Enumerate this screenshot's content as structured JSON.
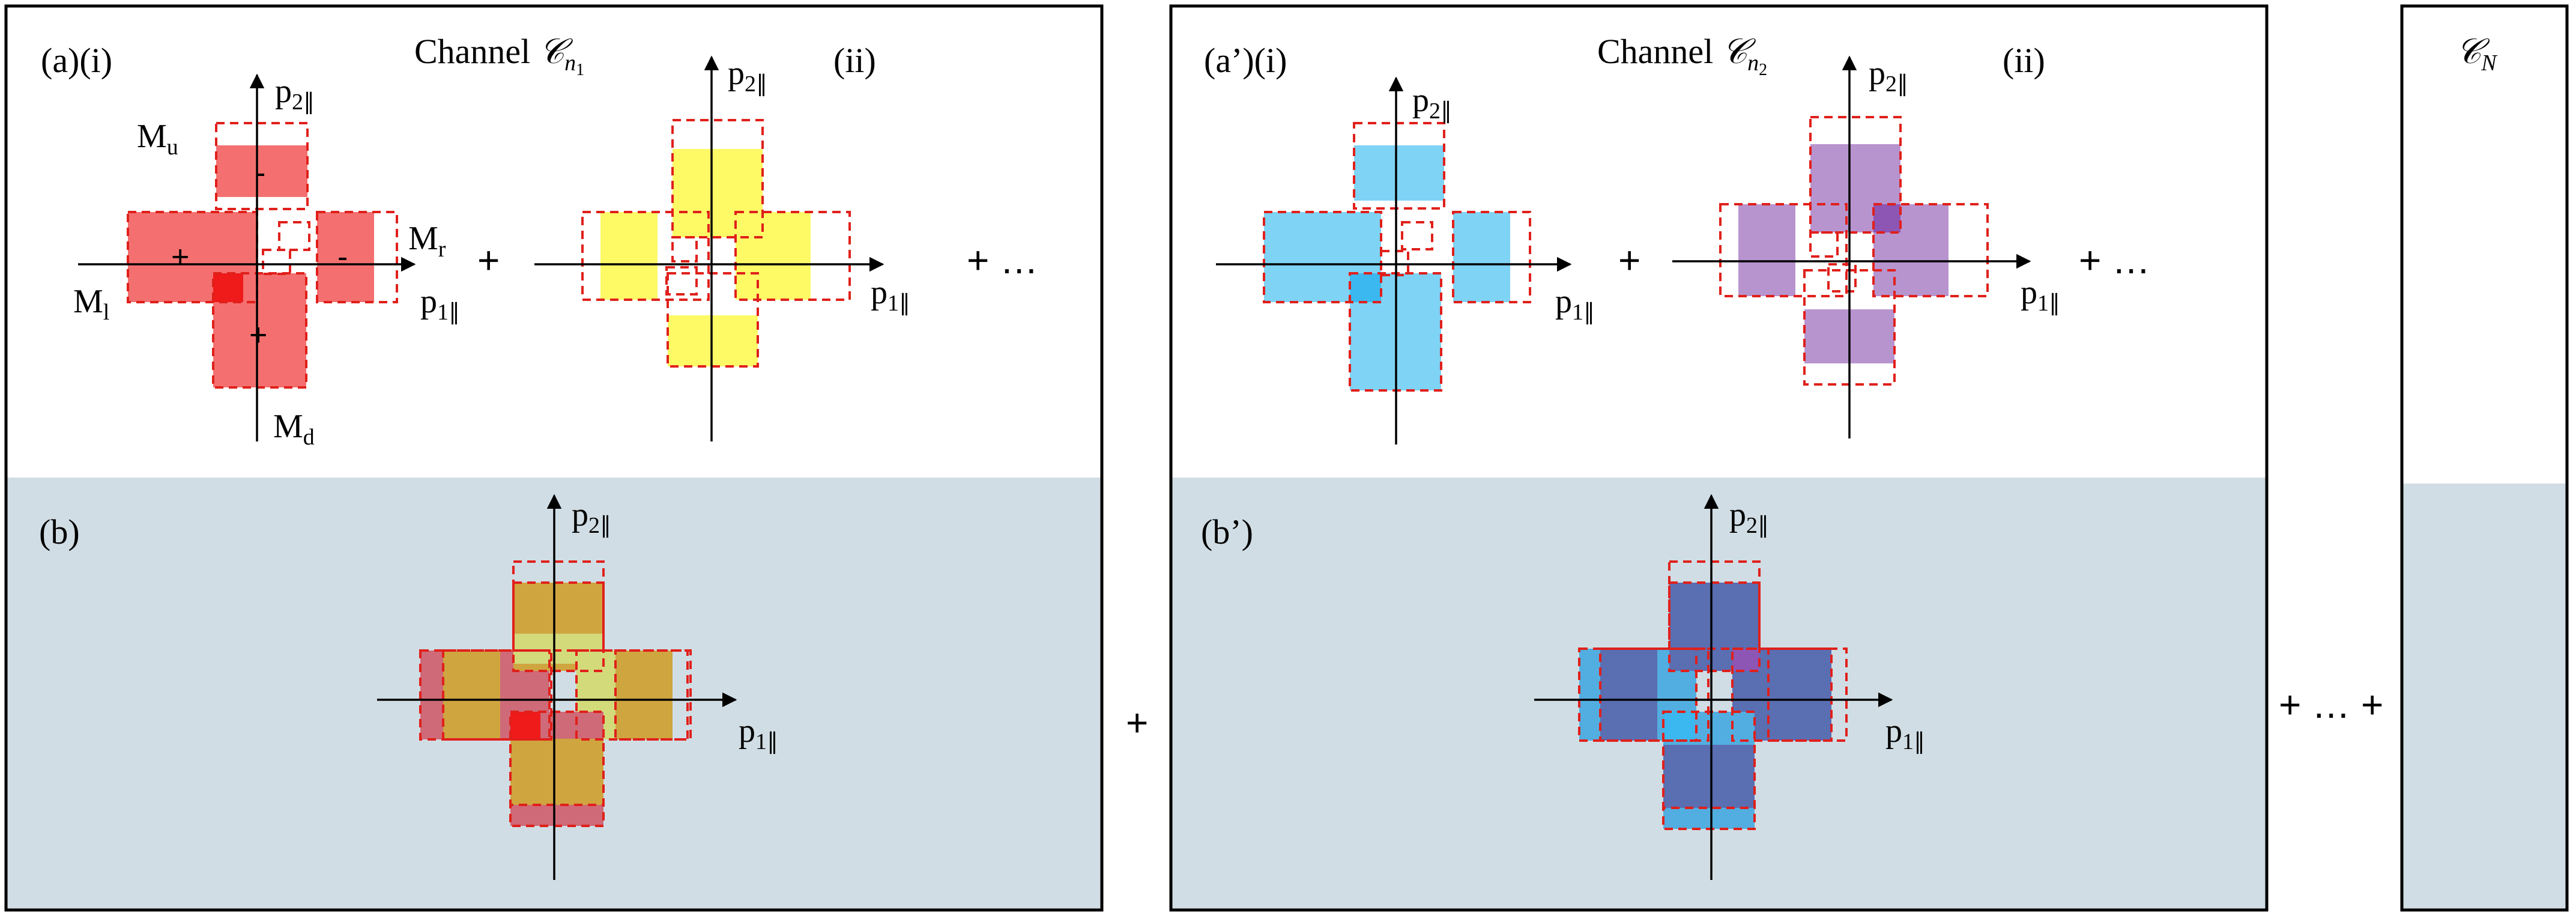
{
  "colors": {
    "frame": "#000000",
    "dash": "#e0201b",
    "lower_panel": "#d0dde4",
    "red": "#f47070",
    "red_overlap": "#ef1a1a",
    "yellow": "#fdfa66",
    "cyan": "#7fd3f5",
    "cyan_overlap": "#3bb8ef",
    "purple": "#b894cf",
    "purple_overlap": "#8d55b4",
    "mix_orange": "#cfa540",
    "mix_red": "#cf6a78",
    "mix_green": "#d3da7a",
    "mix_blue": "#5a6eb2",
    "mix_sky": "#52aee0"
  },
  "panel_a": {
    "label_i": "(a)(i)",
    "label_ii": "(ii)",
    "channel_prefix": "Channel ",
    "channel_symbol": "𝒞",
    "channel_sub": "n",
    "channel_subsub": "1"
  },
  "panel_a2": {
    "label_i": "(a’)(i)",
    "label_ii": "(ii)",
    "channel_prefix": "Channel ",
    "channel_symbol": "𝒞",
    "channel_sub": "n",
    "channel_subsub": "2"
  },
  "panel_b": {
    "label": "(b)"
  },
  "panel_b2": {
    "label": "(b’)"
  },
  "panel_n": {
    "symbol": "𝒞",
    "sub": "N"
  },
  "axes": {
    "p1": "p",
    "p1_sub": "1∥",
    "p2": "p",
    "p2_sub": "2∥"
  },
  "masks": {
    "M": "M",
    "u": "u",
    "l": "l",
    "r": "r",
    "d": "d"
  },
  "signs": {
    "minus": "-",
    "plus": "+"
  },
  "operators": {
    "plus": "+",
    "plus_dots": "+ …",
    "plus_dots_plus": "+ … +"
  }
}
